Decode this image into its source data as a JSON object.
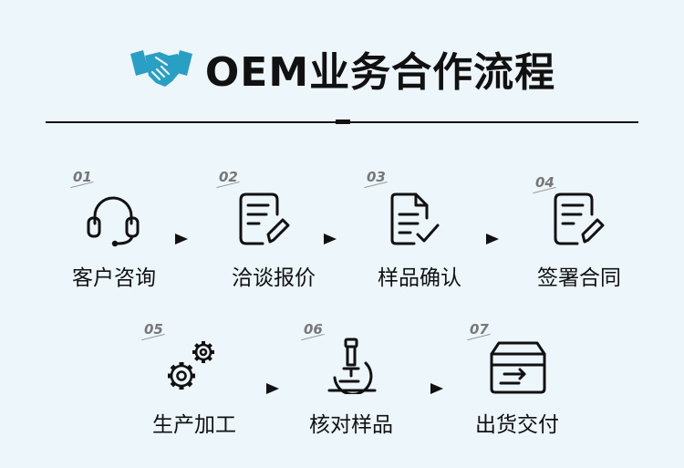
{
  "header": {
    "title": "OEM业务合作流程",
    "icon": "handshake-icon"
  },
  "colors": {
    "accent": "#2a9fc4",
    "text": "#111111",
    "background": "#ecf6fb"
  },
  "steps": [
    {
      "num": "01",
      "label": "客户咨询",
      "icon": "headset-icon"
    },
    {
      "num": "02",
      "label": "洽谈报价",
      "icon": "document-edit-icon"
    },
    {
      "num": "03",
      "label": "样品确认",
      "icon": "document-check-icon"
    },
    {
      "num": "04",
      "label": "签署合同",
      "icon": "contract-sign-icon"
    },
    {
      "num": "05",
      "label": "生产加工",
      "icon": "gears-icon"
    },
    {
      "num": "06",
      "label": "核对样品",
      "icon": "microscope-icon"
    },
    {
      "num": "07",
      "label": "出货交付",
      "icon": "delivery-box-icon"
    }
  ]
}
